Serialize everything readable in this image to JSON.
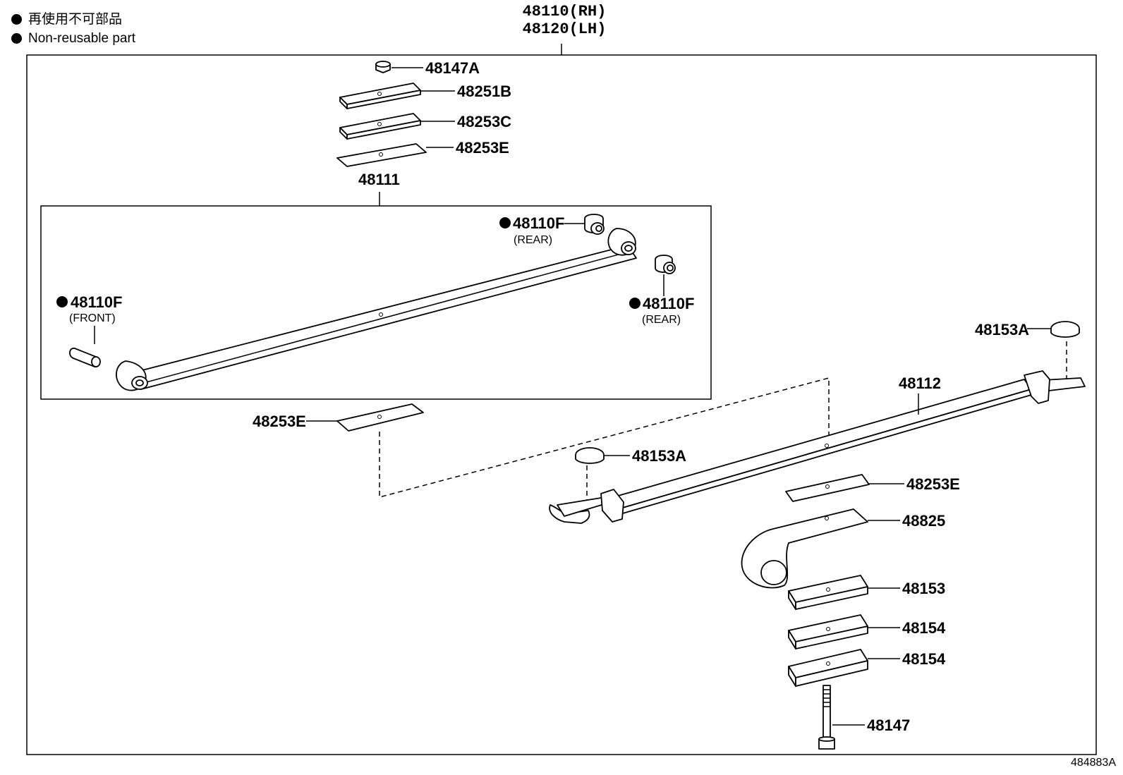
{
  "legend": {
    "line_jp": "再使用不可部品",
    "line_en": "Non-reusable part"
  },
  "assembly": {
    "number_rh": "48110(RH)",
    "number_lh": "48120(LH)"
  },
  "figure_number": "484883A",
  "parts": {
    "nut_48147A": "48147A",
    "plate_48251B": "48251B",
    "plate_48253C": "48253C",
    "plate_48253E_top": "48253E",
    "leaf_48111": "48111",
    "bushing_rear_upper": "48110F",
    "bushing_rear_upper_note": "(REAR)",
    "bushing_front": "48110F",
    "bushing_front_note": "(FRONT)",
    "bushing_rear_lower": "48110F",
    "bushing_rear_lower_note": "(REAR)",
    "plate_48253E_mid": "48253E",
    "cap_48153A_right": "48153A",
    "leaf_48112": "48112",
    "cap_48153A_left": "48153A",
    "plate_48253E_lower": "48253E",
    "spacer_48825": "48825",
    "seat_48153": "48153",
    "seat_48154_a": "48154",
    "seat_48154_b": "48154",
    "bolt_48147": "48147"
  },
  "colors": {
    "ink": "#000000",
    "paper": "#ffffff"
  }
}
